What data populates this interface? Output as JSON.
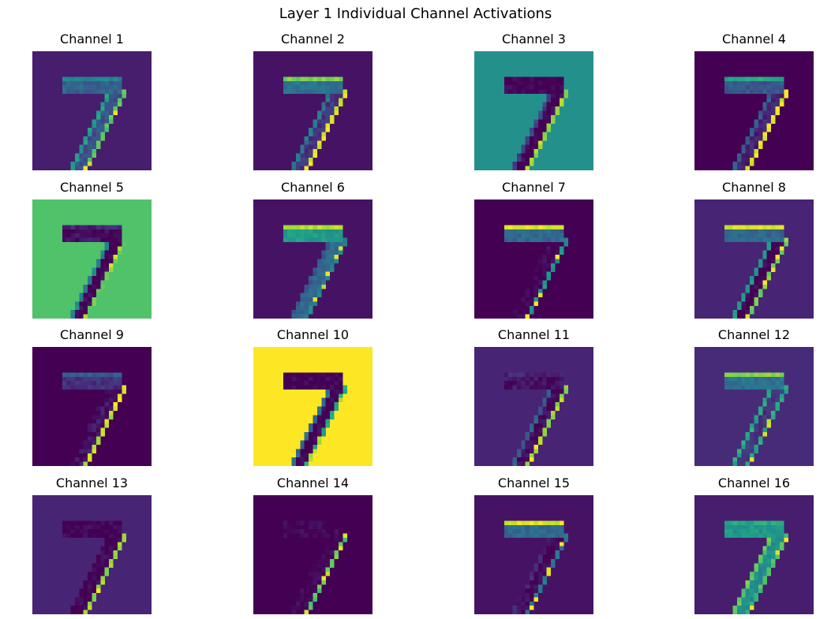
{
  "chart_data": {
    "type": "heatmap",
    "title": "Layer 1 Individual Channel Activations",
    "colormap": "viridis",
    "axes": "off",
    "grid_size": 28,
    "layout": {
      "rows": 4,
      "cols": 4
    },
    "panels": [
      {
        "title": "Channel 1",
        "background": 0.08,
        "digit_fill": 0.25,
        "edge_left": 0.55,
        "edge_right": 0.75,
        "top_bar": 0.45,
        "peak": 0.95
      },
      {
        "title": "Channel 2",
        "background": 0.05,
        "digit_fill": 0.15,
        "edge_left": 0.4,
        "edge_right": 0.95,
        "top_bar": 0.8,
        "peak": 0.95
      },
      {
        "title": "Channel 3",
        "background": 0.5,
        "digit_fill": 0.0,
        "edge_left": 0.2,
        "edge_right": 0.85,
        "top_bar": 0.0,
        "peak": 0.9
      },
      {
        "title": "Channel 4",
        "background": 0.0,
        "digit_fill": 0.1,
        "edge_left": 0.3,
        "edge_right": 0.95,
        "top_bar": 0.6,
        "peak": 1.0
      },
      {
        "title": "Channel 5",
        "background": 0.72,
        "digit_fill": 0.0,
        "edge_left": 0.45,
        "edge_right": 0.75,
        "top_bar": 0.1,
        "peak": 0.9
      },
      {
        "title": "Channel 6",
        "background": 0.05,
        "digit_fill": 0.35,
        "edge_left": 0.3,
        "edge_right": 0.45,
        "top_bar": 0.9,
        "peak": 0.95
      },
      {
        "title": "Channel 7",
        "background": 0.0,
        "digit_fill": 0.0,
        "edge_left": 0.0,
        "edge_right": 0.5,
        "top_bar": 0.95,
        "peak": 1.0
      },
      {
        "title": "Channel 8",
        "background": 0.1,
        "digit_fill": 0.0,
        "edge_left": 0.55,
        "edge_right": 0.8,
        "top_bar": 0.95,
        "peak": 1.0
      },
      {
        "title": "Channel 9",
        "background": 0.0,
        "digit_fill": 0.05,
        "edge_left": 0.0,
        "edge_right": 0.9,
        "top_bar": 0.3,
        "peak": 1.0
      },
      {
        "title": "Channel 10",
        "background": 1.0,
        "digit_fill": 0.0,
        "edge_left": 0.35,
        "edge_right": 0.6,
        "top_bar": 0.0,
        "peak": 0.9
      },
      {
        "title": "Channel 11",
        "background": 0.1,
        "digit_fill": 0.02,
        "edge_left": 0.3,
        "edge_right": 0.85,
        "top_bar": 0.1,
        "peak": 1.0
      },
      {
        "title": "Channel 12",
        "background": 0.12,
        "digit_fill": 0.15,
        "edge_left": 0.6,
        "edge_right": 0.6,
        "top_bar": 0.8,
        "peak": 0.95
      },
      {
        "title": "Channel 13",
        "background": 0.1,
        "digit_fill": 0.0,
        "edge_left": 0.0,
        "edge_right": 0.85,
        "top_bar": 0.0,
        "peak": 1.0
      },
      {
        "title": "Channel 14",
        "background": 0.0,
        "digit_fill": 0.0,
        "edge_left": 0.0,
        "edge_right": 0.75,
        "top_bar": 0.0,
        "peak": 0.95
      },
      {
        "title": "Channel 15",
        "background": 0.05,
        "digit_fill": 0.02,
        "edge_left": 0.1,
        "edge_right": 0.4,
        "top_bar": 0.95,
        "peak": 1.0
      },
      {
        "title": "Channel 16",
        "background": 0.08,
        "digit_fill": 0.5,
        "edge_left": 0.75,
        "edge_right": 0.7,
        "top_bar": 0.6,
        "peak": 1.0
      }
    ]
  }
}
